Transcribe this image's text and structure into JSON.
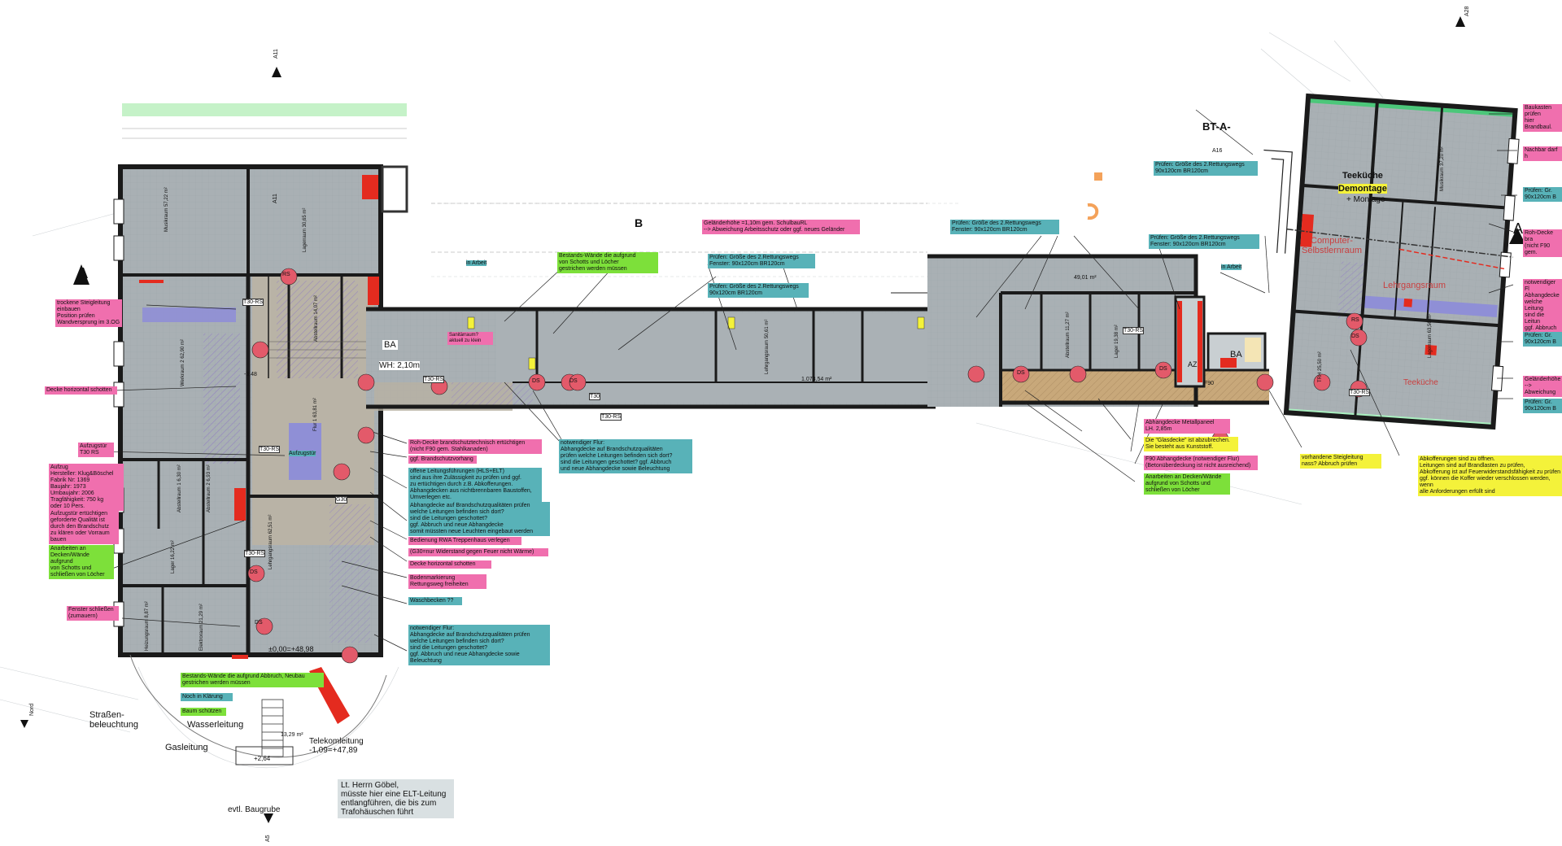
{
  "colors": {
    "room_fill": "#a9b0b4",
    "wall": "#1a1a1a",
    "corridor_fill": "#c8a87a",
    "red_block": "#e42b1f",
    "pink_note": "#f06fae",
    "teal_note": "#58b2b8",
    "green_note": "#7de03a",
    "yellow_note": "#f4f23a",
    "purple_hatch": "#a98fd0",
    "green_strip": "#c5f2c8"
  },
  "axis_labels": [
    "A",
    "A",
    "BT-A-",
    "B"
  ],
  "rooms": [
    {
      "name": "Musikraum",
      "area": "57,22 m²"
    },
    {
      "name": "Lagerraum",
      "area": "30,65 m²"
    },
    {
      "name": "Werkraum 2",
      "area": "62,90 m²"
    },
    {
      "name": "Abstellraum",
      "area": "14,07 m²"
    },
    {
      "name": "Flur 1",
      "area": "63,81 m²"
    },
    {
      "name": "Abstellraum 1",
      "area": "6,30 m²"
    },
    {
      "name": "Abstellraum 2",
      "area": "6,93 m²"
    },
    {
      "name": "Lager",
      "area": "16,22 m²"
    },
    {
      "name": "Heizungsraum",
      "area": "8,87 m²"
    },
    {
      "name": "Elektroraum",
      "area": "21,29 m²"
    },
    {
      "name": "Lehrgangsraum",
      "area": "62,51 m²"
    },
    {
      "name": "Lehrgangsraum",
      "area": "50,61 m²"
    },
    {
      "name": "Abstellraum",
      "area": "11,27 m²"
    },
    {
      "name": "Lager",
      "area": "19,38 m²"
    },
    {
      "name": "Musikraum",
      "area": "37,20 m²"
    },
    {
      "name": "Lagerraum",
      "area": "63,56 m²"
    },
    {
      "name": "TRH",
      "area": "25,50 m²"
    }
  ],
  "room_labels": {
    "computer": "Computer-\nSelbstlernraum",
    "lehrgang": "Lehrgangsraum",
    "teekueche_top": "Teeküche",
    "demontage": "Demontage",
    "montage": "+ Montage",
    "teekueche_bottom": "Teeküche",
    "ba_left": "BA",
    "ba_right": "BA",
    "wc_height": "WH: 2,10m"
  },
  "symbols": {
    "t30": "T30-RS",
    "ds": "DS",
    "rs": "RS",
    "t30d": "T30",
    "g30": "G30",
    "fr": "F90",
    "az": "AZ"
  },
  "labels": {
    "elevation_main": "±0,00=+48,98",
    "elevation_small": "+2,64",
    "area_corridor": "1.073,54 m²",
    "area_top": "49,01 m²",
    "area_outside": "13,29 m²",
    "strassen": "Straßen-\nbeleuchtung",
    "wasser": "Wasserleitung",
    "gas": "Gasleitung",
    "telekom": "Telekomleitung\n-1,09=+47,89",
    "baugrube": "evtl. Baugrube",
    "nord": "Nord",
    "aufzugstuer": "Aufzugstür",
    "in_arbeit": "in Arbeit",
    "a11": "A11",
    "a16": "A16",
    "a28": "A28",
    "a5": "A5",
    "minus_level": "-3,48"
  },
  "notes_left": [
    "trockene Steigleitung\neinbauen\nPosition prüfen\nWandversprung im 3.OG",
    "Decke horizontal schotten",
    "Aufzugstür\nT30 RS",
    "Aufzug\nHersteller: Klug&Böschel\nFabrik Nr: 1369\nBaujahr: 1973\nUmbaujahr: 2006\nTragfähigkeit: 750 kg\noder 10 Pers.",
    "Aufzugstür ertüchtigen\ngeforderte Qualität ist\ndurch den Brandschutz\nzu klären oder Vorraum\nbauen",
    "Anarbeiten an\nDecken/Wände aufgrund\nvon Schotts und\nschließen von Löcher",
    "Fenster schließen\n(zumauern)"
  ],
  "notes_center": [
    "Roh-Decke brandschutztechnisch ertüchtigen\n(nicht F90 gem. Stahlkanaden)",
    "ggf. Brandschutzvorhang",
    "offene Leitungsführungen (HLS+ELT)\nsind aus ihre Zulässigkeit zu prüfen und ggf.\nzu ertüchtigen durch z.B. Abkofferungen.\nAbhangdecken aus nichtbrennbaren Baustoffen,\nUmverlegen etc.",
    "Abhangdecke auf Brandschutzqualitäten prüfen\nwelche Leitungen befinden sich dort?\nsind die Leitungen geschottet?\nggf. Abbruch und neue Abhangdecke\nsomit müssten neue Leuchten eingebaut werden",
    "Bedienung RWA Treppenhaus verlegen",
    "(G30=nur Widerstand gegen Feuer nicht Wärme)",
    "Decke horizontal schotten",
    "Bodenmarkierung\nRettungsweg freiheiten",
    "Waschbecken ??",
    "notwendiger Flur:\nAbhangdecke auf Brandschutzqualitäten prüfen\nwelche Leitungen befinden sich dort?\nsind die Leitungen geschottet?\nggf. Abbruch und neue Abhangdecke sowie\nBeleuchtung",
    "Bestands-Wände die aufgrund Abbruch, Neubau\ngestrichen werden müssen",
    "Noch in Klärung",
    "Baum schützen",
    "notwendiger Flur:\nAbhangdecke auf Brandschutzqualitäten\nprüfen welche Leitungen befinden sich dort?\nsind die Leitungen geschottet? ggf. Abbruch\nund neue Abhangdecke sowie Beleuchtung",
    "Geländerhöhe =1,10m gem. SchulbauRL\n--> Abweichung Arbeitsschutz oder ggf. neues Geländer",
    "Bestands-Wände die aufgrund\nvon Schotts und Löcher\ngestrichen werden müssen",
    "Prüfen: Größe des 2.Rettungswegs\nFenster: 90x120cm BR120cm",
    "Prüfen: Größe des 2.Rettungswegs\n90x120cm BR120cm",
    "Sanitärraum?\naktuell zu klein"
  ],
  "notes_right": [
    "Prüfen: Größe des 2.Rettungswegs\nFenster: 90x120cm BR120cm",
    "Prüfen: Größe des 2.Rettungswegs\nFenster: 90x120cm BR120cm",
    "Prüfen: Größe des 2.Rettungswegs\n90x120cm BR120cm",
    "Abhangdecke Metallpaneel\nLH. 2,85m",
    "Die \"Glasdecke\" ist abzubrechen.\nSie besteht aus Kunststoff.",
    "F90 Abhangdecke (notwendiger Flur)\n(Betonüberdeckung ist nicht ausreichend)",
    "Anarbeiten an Decken/Wände\naufgrund von Schotts und\nschließen von Löcher",
    "vorhandene Steigleitung\nnass? Abbruch prüfen",
    "Abkofferungen sind zu öffnen.\nLeitungen sind auf Brandlasten zu prüfen,\nAbkofferung ist auf Feuerwiderstandsfähigkeit zu prüfen\nggf. können die Koffer wieder verschlossen werden, wenn\nalle Anforderungen erfüllt sind"
  ],
  "notes_edge": [
    "Baukasten prüfen\nhier Brandbaul.",
    "Nachbar darf h",
    "Prüfen: Gr.\n90x120cm B",
    "Roh-Decke bra\n(nicht F90 gem.",
    "notwendiger Fl\nAbhangdecke\nwelche Leitung\nsind die Leitun\nggf. Abbruch u",
    "Prüfen: Gr.\n90x120cm B",
    "Geländerhöhe\n--> Abweichung",
    "Prüfen: Gr.\n90x120cm B"
  ],
  "note_bottom": "Lt. Herrn Göbel,\nmüsste hier eine ELT-Leitung\nentlangführen, die bis zum\nTrafohäuschen führt"
}
